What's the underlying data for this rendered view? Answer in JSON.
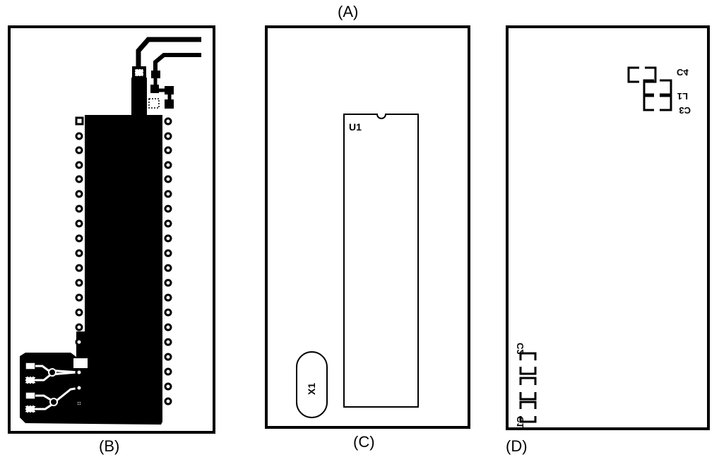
{
  "captions": {
    "a": "(A)",
    "b": "(B)",
    "c": "(C)",
    "d": "(D)"
  },
  "component_labels": {
    "u1": "U1",
    "x1": "X1",
    "c1": "C1",
    "c2": "C2",
    "c3": "C3",
    "c4": "C4",
    "l1": "L1"
  },
  "colors": {
    "ink": "#000000",
    "board": "#ffffff"
  }
}
